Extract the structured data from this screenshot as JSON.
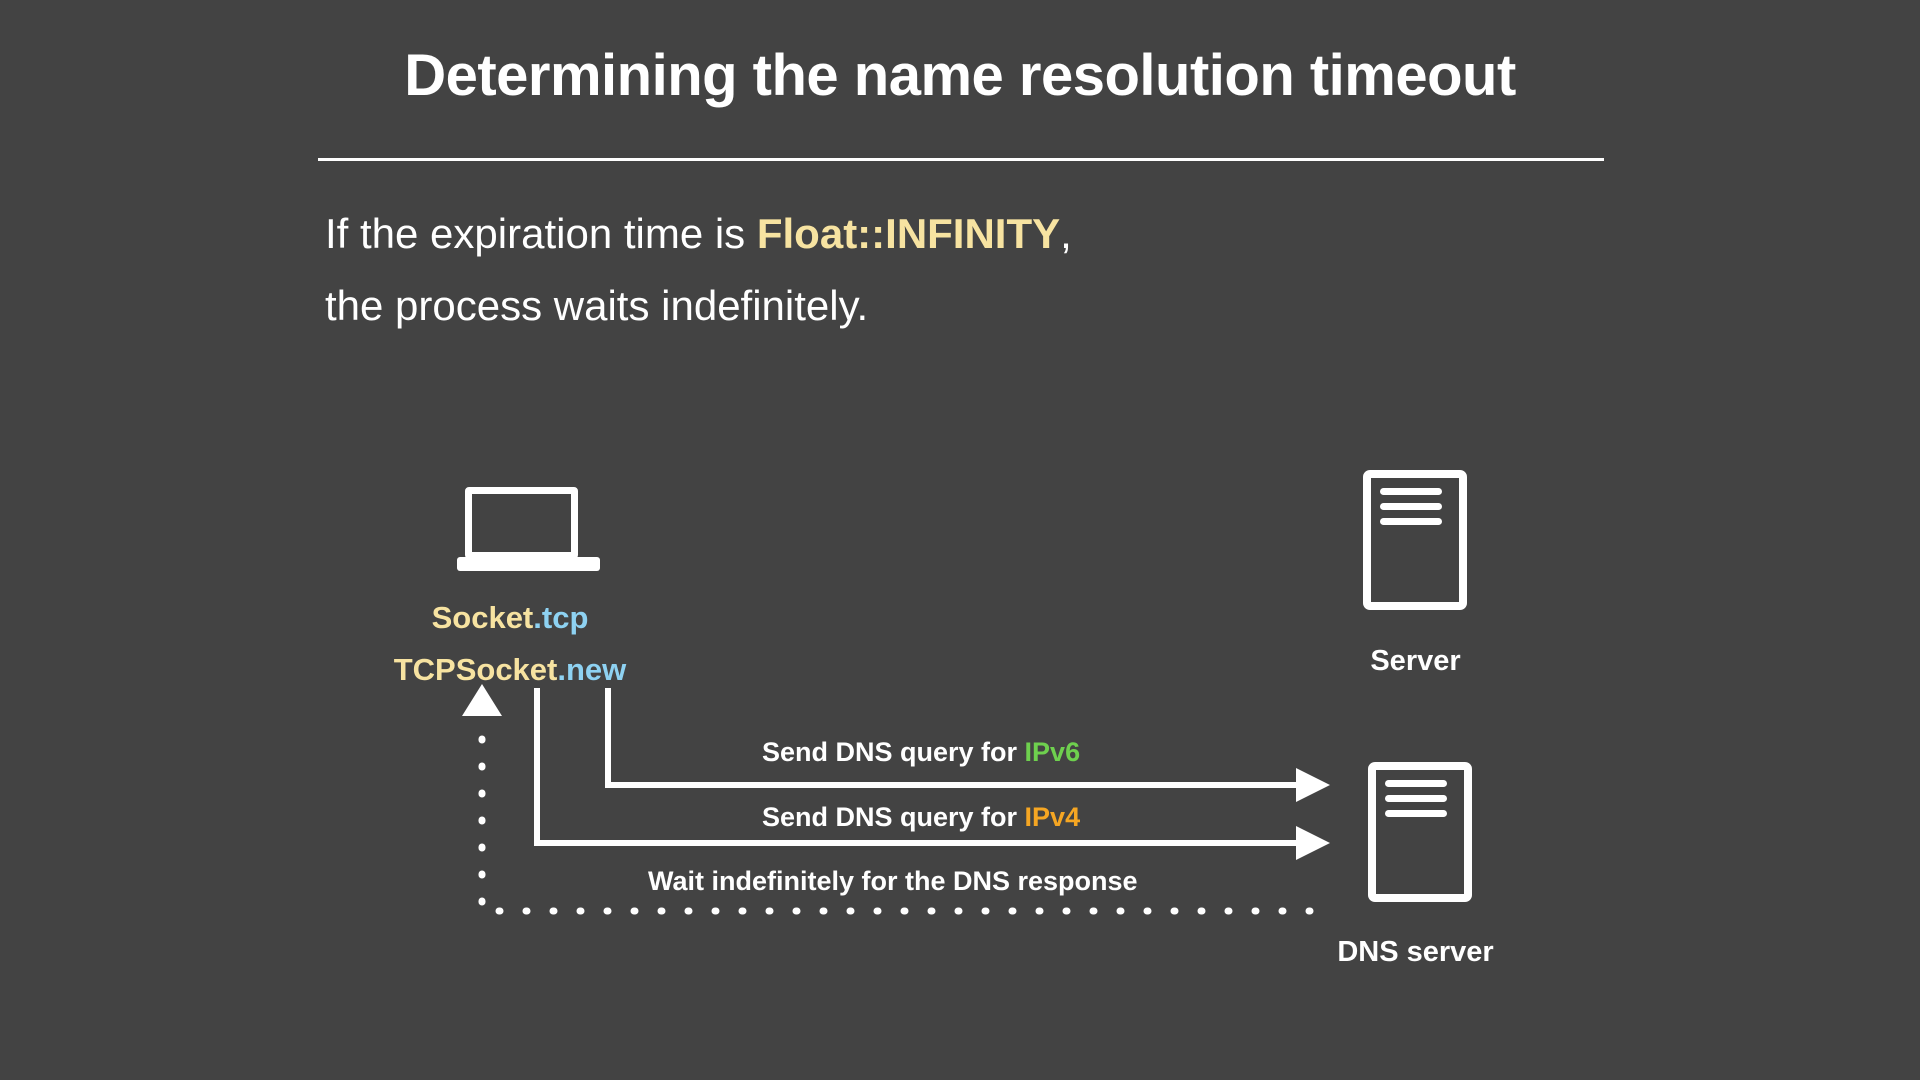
{
  "slide": {
    "title": "Determining the name resolution timeout",
    "background_color": "#434343",
    "text_color": "#ffffff"
  },
  "body": {
    "line1_prefix": "If the expiration time is ",
    "line1_keyword": "Float::INFINITY",
    "line1_suffix": ",",
    "line2": "the process waits indefinitely."
  },
  "diagram": {
    "client": {
      "icon": "laptop-icon",
      "label_line1_a": "Socket",
      "label_line1_b": ".tcp",
      "label_line2_a": "TCPSocket",
      "label_line2_b": ".new"
    },
    "server": {
      "icon": "server-icon",
      "caption": "Server"
    },
    "dns_server": {
      "icon": "server-icon",
      "caption": "DNS server"
    },
    "messages": [
      {
        "name": "dns-query-ipv6",
        "text_prefix": "Send DNS query for ",
        "protocol": "IPv6",
        "protocol_color": "#6ed04e",
        "style": "solid",
        "direction": "client-to-dns"
      },
      {
        "name": "dns-query-ipv4",
        "text_prefix": "Send DNS query for ",
        "protocol": "IPv4",
        "protocol_color": "#f5a623",
        "style": "solid",
        "direction": "client-to-dns"
      },
      {
        "name": "dns-wait",
        "text_prefix": "Wait indefinitely for the DNS response",
        "protocol": "",
        "protocol_color": "",
        "style": "dotted",
        "direction": "dns-to-client"
      }
    ]
  },
  "colors": {
    "accent_yellow": "#f7e3a1",
    "accent_blue": "#8ed2f2",
    "accent_green": "#6ed04e",
    "accent_orange": "#f5a623",
    "background": "#434343"
  }
}
